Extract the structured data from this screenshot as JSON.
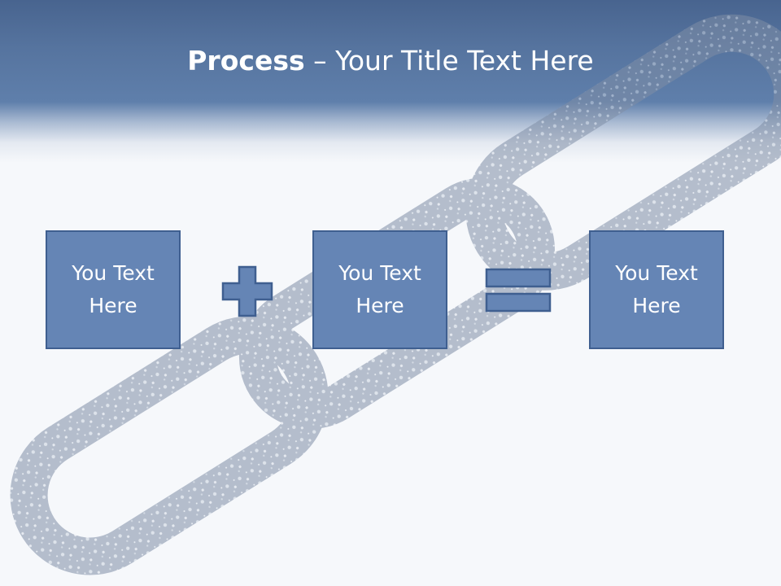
{
  "slide": {
    "title_bold": "Process",
    "title_rest": " – Your Title Text Here"
  },
  "process": {
    "boxes": [
      {
        "text": "You Text Here"
      },
      {
        "text": "You Text Here"
      },
      {
        "text": "You Text Here"
      }
    ],
    "operators": [
      "plus",
      "equals"
    ]
  },
  "colors": {
    "header": "#56749f",
    "box_fill": "#6585b5",
    "box_border": "#3f5f90",
    "operator_fill": "#6585b5",
    "background": "#f6f8fb",
    "chain": "#8c9cb3"
  }
}
